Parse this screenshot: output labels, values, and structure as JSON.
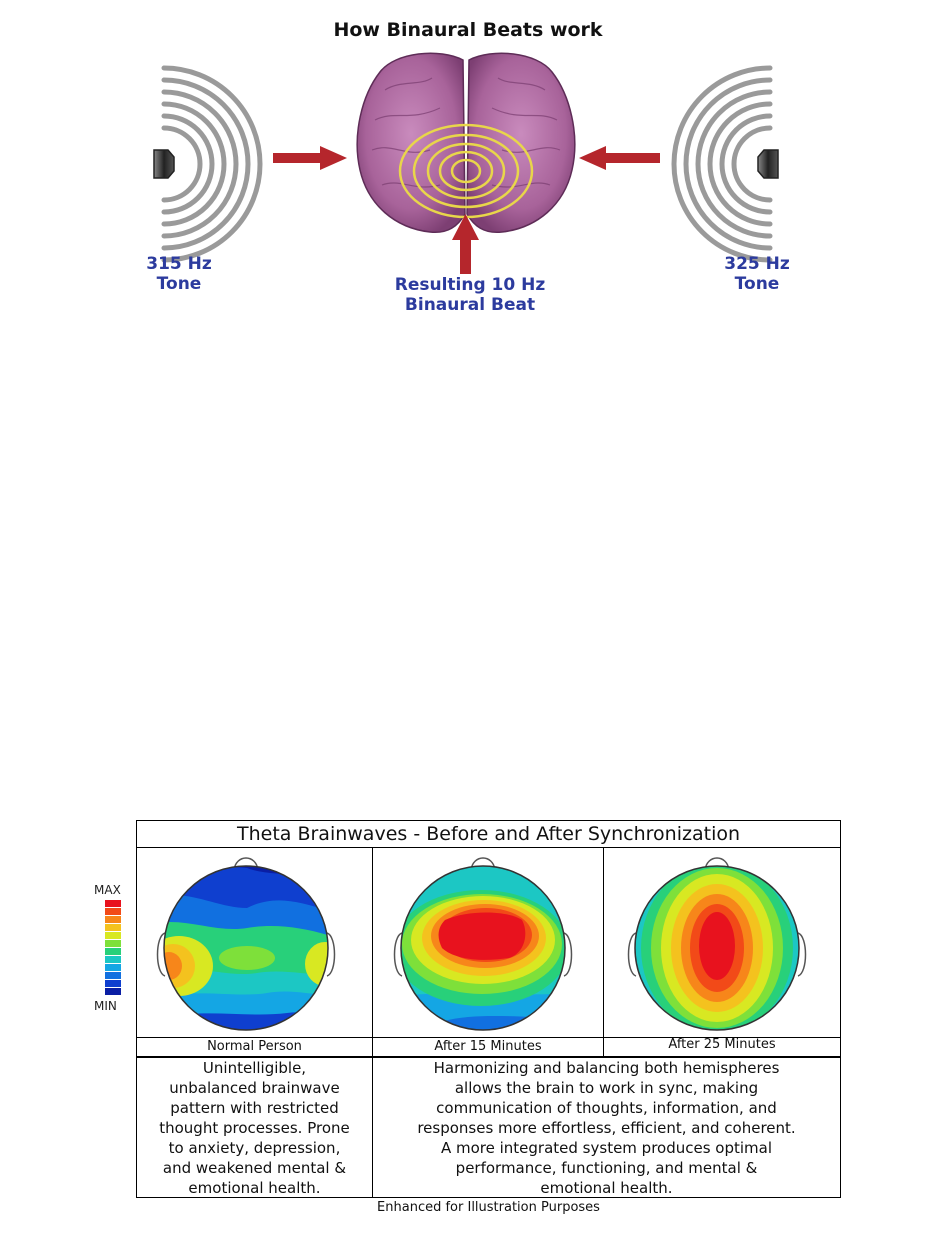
{
  "binaural": {
    "title": "How Binaural Beats work",
    "left_tone": {
      "freq": "315 Hz",
      "word": "Tone"
    },
    "right_tone": {
      "freq": "325 Hz",
      "word": "Tone"
    },
    "result": {
      "line1": "Resulting 10 Hz",
      "line2": "Binaural Beat"
    },
    "colors": {
      "label": "#2c3b9e",
      "arrow": "#b5262c",
      "brain": "#a8639a",
      "rings": "#e8d64a"
    },
    "icons": [
      "speaker-icon",
      "sound-wave-icon",
      "arrow-right-icon",
      "arrow-left-icon",
      "arrow-up-icon",
      "brain-icon"
    ]
  },
  "theta": {
    "title": "Theta Brainwaves - Before and After Synchronization",
    "scale": {
      "max": "MAX",
      "min": "MIN"
    },
    "panels": [
      {
        "caption": "Normal Person"
      },
      {
        "caption": "After 15 Minutes"
      },
      {
        "caption": "After 25 Minutes"
      }
    ],
    "desc_left": [
      "Unintelligible,",
      "unbalanced brainwave",
      "pattern with restricted",
      "thought processes. Prone",
      "to anxiety, depression,",
      "and weakened mental &",
      "emotional health."
    ],
    "desc_right": [
      "Harmonizing and balancing both hemispheres",
      "allows the brain to work in sync, making",
      "communication of thoughts, information, and",
      "responses more effortless, efficient, and coherent.",
      "A more integrated system produces optimal",
      "performance, functioning, and mental &",
      "emotional health."
    ],
    "footnote": "Enhanced for Illustration Purposes",
    "colorscale": [
      "#e8121e",
      "#f24a18",
      "#f7861a",
      "#f4c21e",
      "#d8e822",
      "#7ee03a",
      "#28d07a",
      "#1cc7c4",
      "#14a6e4",
      "#1170e0",
      "#0f3fcf",
      "#0a1ea4"
    ]
  }
}
